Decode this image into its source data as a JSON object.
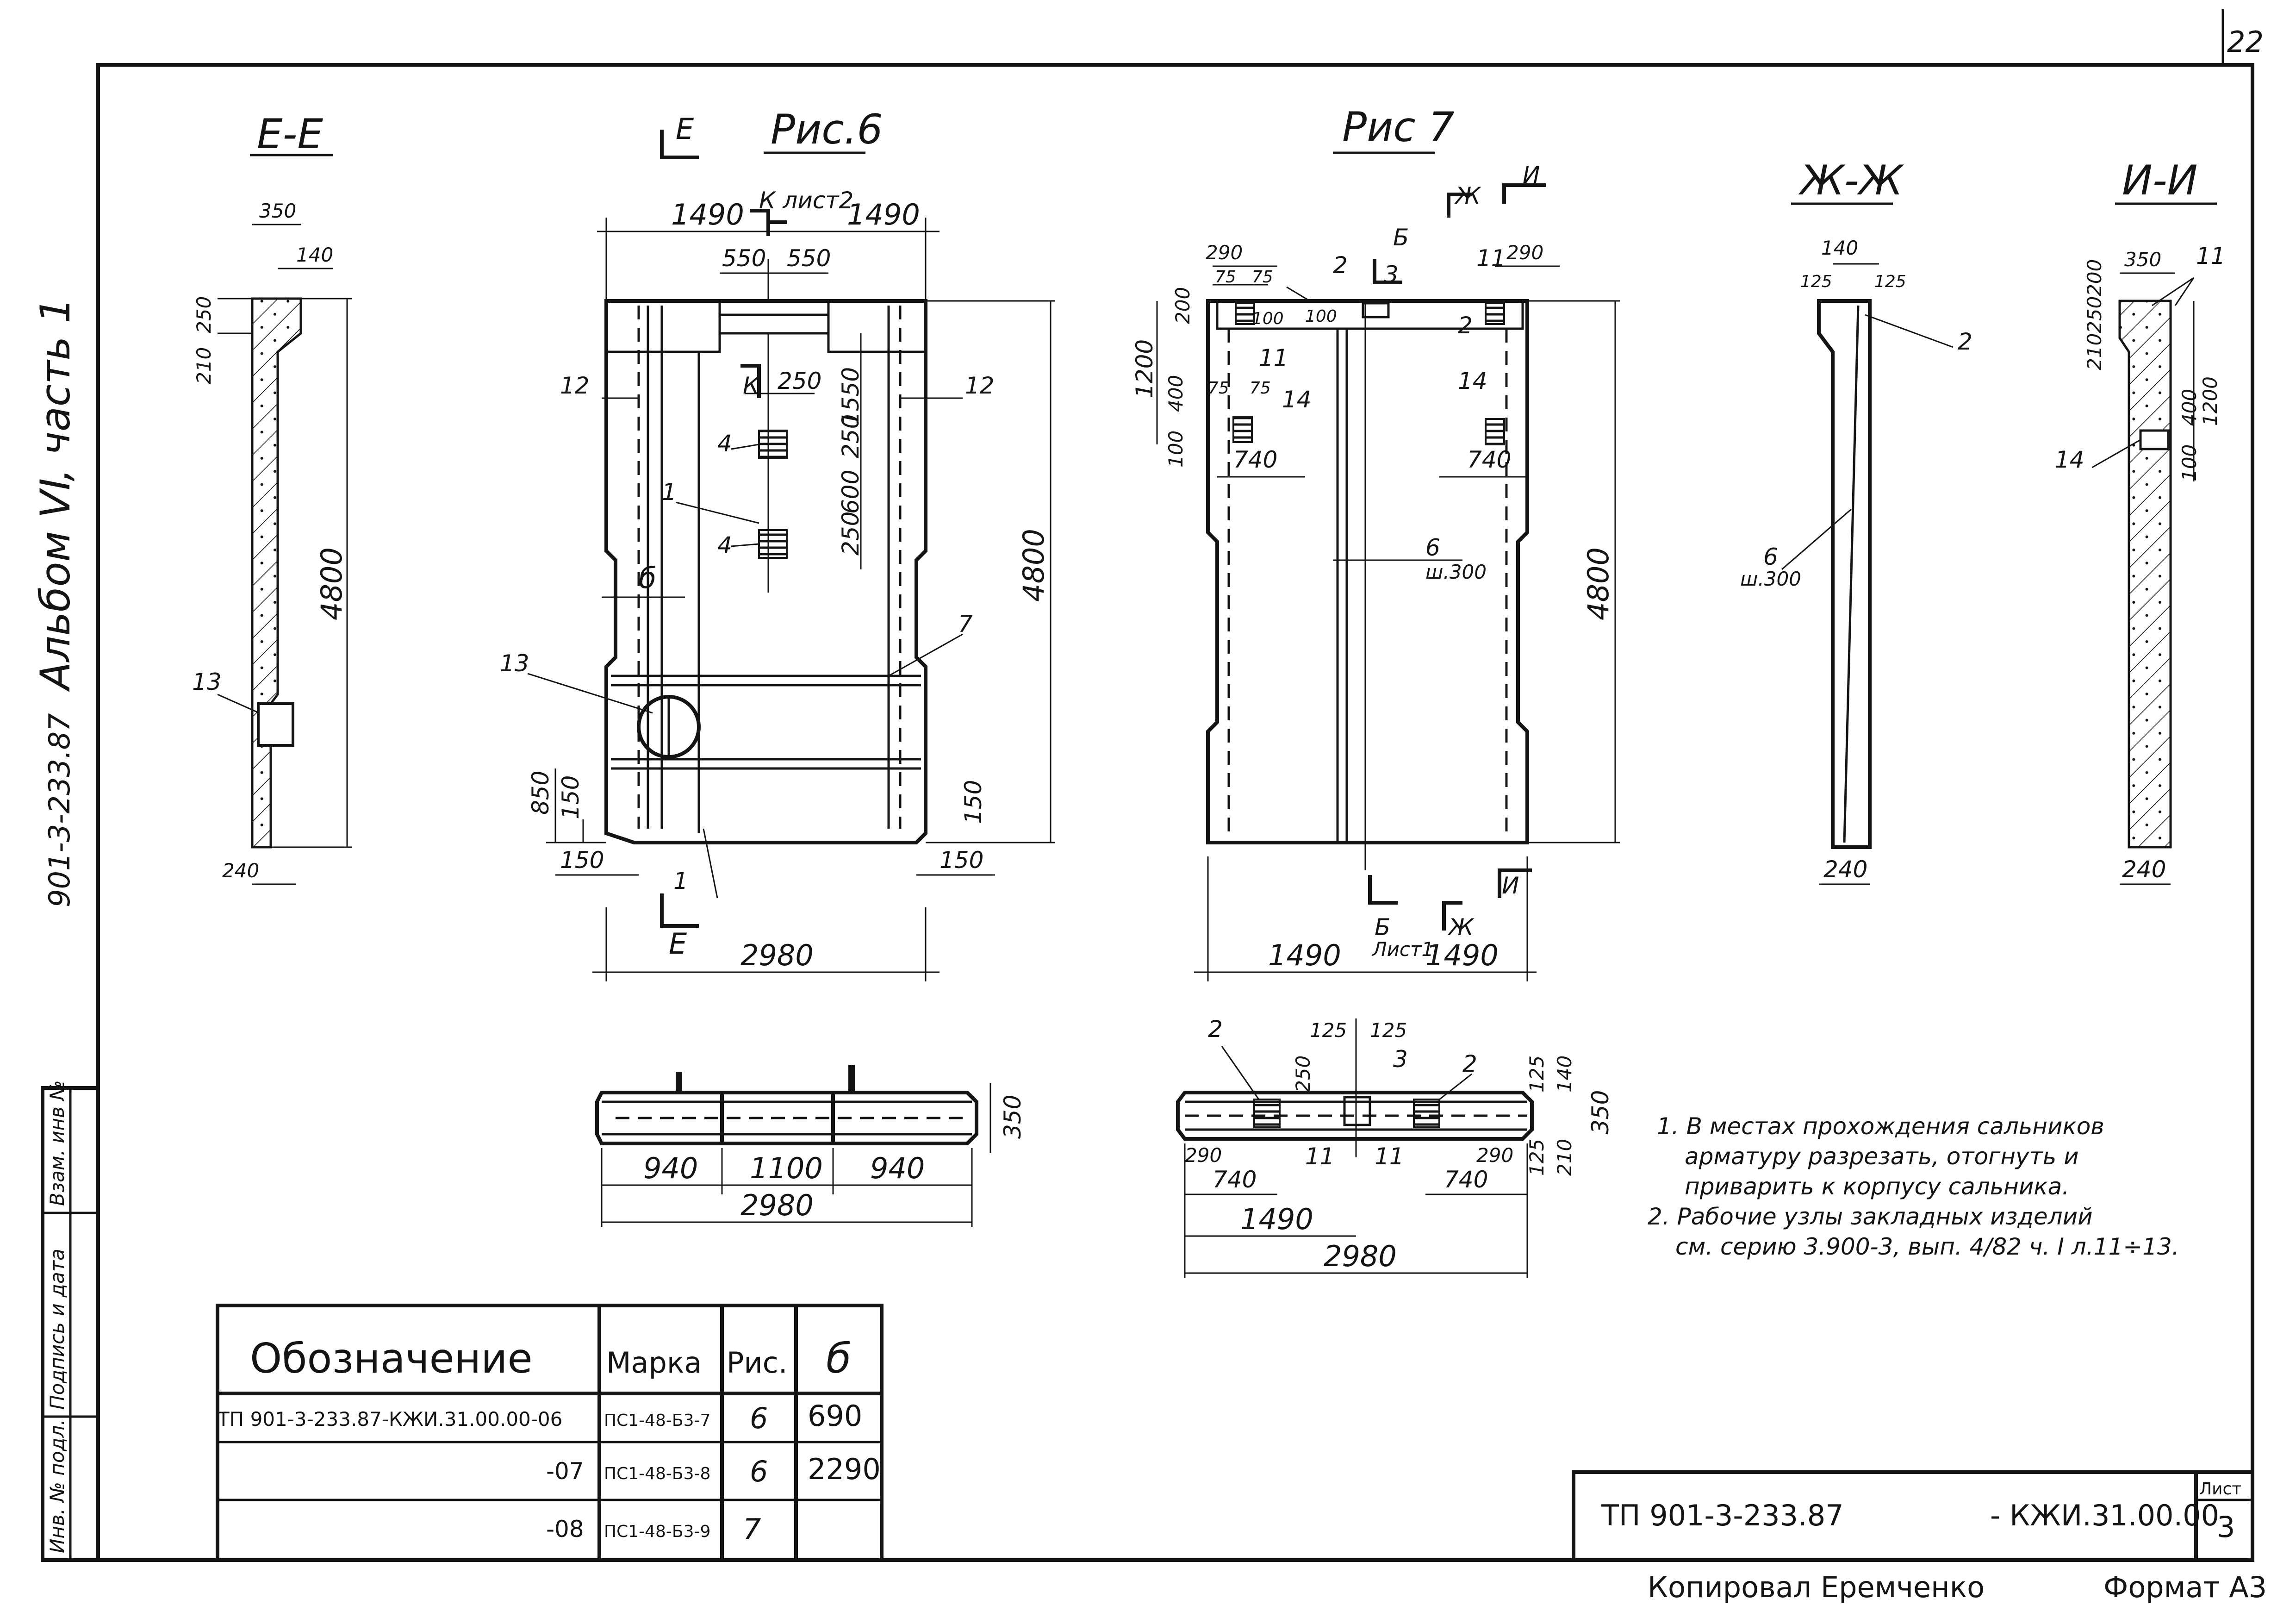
{
  "sheet": {
    "page_no": "22",
    "side_stamp": "901-3-233.87",
    "side_album": "Альбом VI",
    "side_part": ", часть 1",
    "left_strip": [
      "Инв. № подл.",
      "Подпись и дата",
      "Взам. инв №"
    ],
    "copied_by": "Копировал Еремченко",
    "format": "Формат А3"
  },
  "section_ee": {
    "title": "Е-Е",
    "dims": [
      "350",
      "140",
      "250",
      "210",
      "4800",
      "240"
    ],
    "mark": "13"
  },
  "fig6": {
    "title": "Рис.6",
    "cut_mark": "Е",
    "cut_k": "К лист2",
    "cut_k_short": "К",
    "dims": {
      "half_left": "1490",
      "half_right": "1490",
      "w550a": "550",
      "w550b": "550",
      "v1550": "1550",
      "v250a": "250",
      "v600": "600",
      "v250b": "250",
      "w250": "250",
      "h4800": "4800",
      "v850": "850",
      "v150a": "150",
      "v150b": "150",
      "h150a": "150",
      "h150b": "150",
      "total": "2980",
      "delta": "б"
    },
    "marks": [
      "12",
      "12",
      "1",
      "4",
      "4",
      "7",
      "13",
      "1"
    ]
  },
  "fig6_plan": {
    "dims": [
      "940",
      "1100",
      "940",
      "2980",
      "350"
    ]
  },
  "fig7": {
    "title": "Рис 7",
    "cut_zh": "Ж",
    "cut_i": "И",
    "cut_b": "Б",
    "cut_b_sheet": "Лист1",
    "dims": {
      "d290a": "290",
      "d75a": "75",
      "d75b": "75",
      "d200": "200",
      "d100a": "100",
      "d100b": "100",
      "d1200": "1200",
      "d400": "400",
      "d75c": "75",
      "d75d": "75",
      "d100c": "100",
      "d740a": "740",
      "d290b": "290",
      "d740b": "740",
      "d4800": "4800",
      "half_left": "1490",
      "half_right": "1490",
      "step": "ш.300"
    },
    "marks": [
      "2",
      "3",
      "11",
      "2",
      "11",
      "14",
      "14",
      "6"
    ]
  },
  "fig7_plan": {
    "dims": [
      "125",
      "125",
      "250",
      "125",
      "140",
      "290",
      "740",
      "290",
      "740",
      "125",
      "210",
      "350",
      "1490",
      "2980"
    ],
    "marks": [
      "2",
      "3",
      "2",
      "11",
      "11"
    ]
  },
  "section_zhzh": {
    "title": "Ж-Ж",
    "dims": [
      "140",
      "125",
      "125",
      "240"
    ],
    "marks": [
      "2",
      "6"
    ],
    "step": "ш.300"
  },
  "section_ii": {
    "title": "И-И",
    "dims": [
      "350",
      "200",
      "250",
      "210",
      "1200",
      "400",
      "100",
      "240"
    ],
    "marks": [
      "11",
      "14"
    ]
  },
  "notes": [
    "1. В местах прохождения сальников",
    "арматуру разрезать, отогнуть и",
    "приварить к корпусу сальника.",
    "2. Рабочие узлы закладных изделий",
    "см. серию 3.900-3, вып. 4/82 ч. I л.11÷13."
  ],
  "table": {
    "headers": [
      "Обозначение",
      "Марка",
      "Рис.",
      "б"
    ],
    "rows": [
      [
        "ТП 901-3-233.87-КЖИ.31.00.00-06",
        "ПС1-48-Б3-7",
        "6",
        "690"
      ],
      [
        "-07",
        "ПС1-48-Б3-8",
        "6",
        "2290"
      ],
      [
        "-08",
        "ПС1-48-Б3-9",
        "7",
        ""
      ]
    ]
  },
  "title_block": {
    "code_left": "ТП 901-3-233.87",
    "code_right": "- КЖИ.31.00.00",
    "sheet_label": "Лист",
    "sheet_no": "3"
  }
}
